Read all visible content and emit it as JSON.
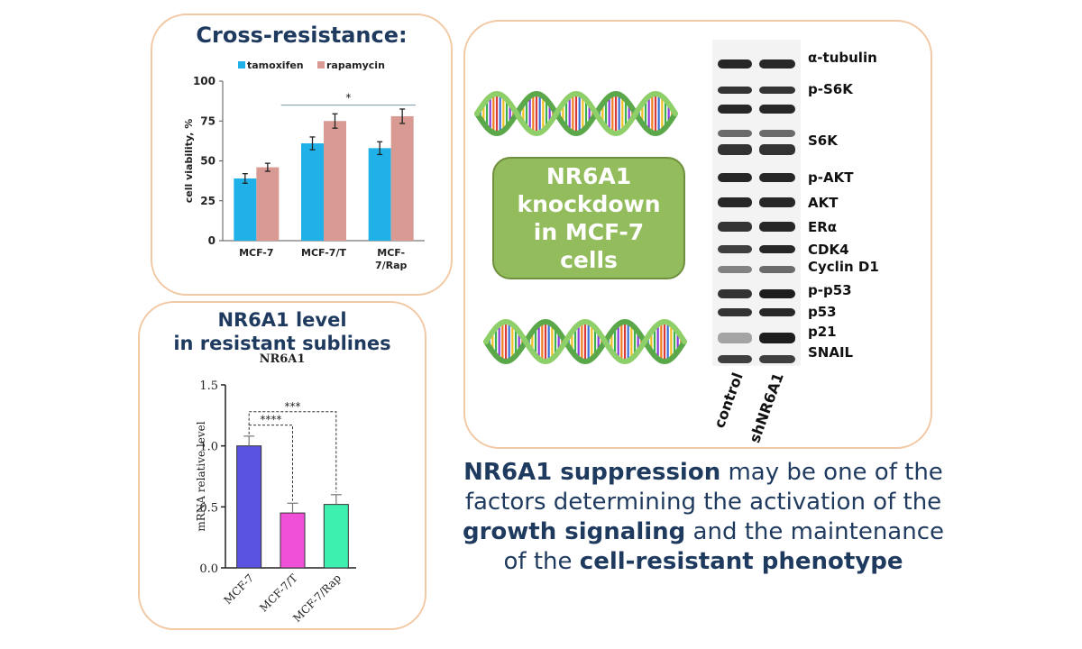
{
  "cross_panel": {
    "title": "Cross-resistance:"
  },
  "nr6a1_panel": {
    "title_line1": "NR6A1 level",
    "title_line2": "in resistant sublines",
    "subtitle": "NR6A1"
  },
  "knockdown_box": {
    "text": "NR6A1 knockdown in MCF-7 cells"
  },
  "western_blot": {
    "bands": [
      "α-tubulin",
      "p-S6K",
      "S6K",
      "p-AKT",
      "AKT",
      "ERα",
      "CDK4",
      "Cyclin D1",
      "p-p53",
      "p53",
      "p21",
      "SNAIL"
    ],
    "lanes": [
      "control",
      "shNR6A1"
    ]
  },
  "conclusion": {
    "part1_bold": "NR6A1 suppression",
    "part2": " may be one of the factors determining the activation of the ",
    "part3_bold": "growth signaling",
    "part4": " and the maintenance of the ",
    "part5_bold": "cell-resistant phenotype"
  },
  "colors": {
    "panel_border": "#f2c9a5",
    "title_blue": "#1f3a5f",
    "tamoxifen": "#1fb1e8",
    "rapamycin": "#d99a93",
    "knockdown_green": "#93bc5d",
    "nr6a1_mcf7": "#5a52e0",
    "nr6a1_mcf7t": "#f050d8",
    "nr6a1_mcf7rap": "#3ef0b0"
  },
  "chart_data": [
    {
      "type": "bar",
      "categories": [
        "MCF-7",
        "MCF-7/T",
        "MCF-7/Rap"
      ],
      "category_labels": [
        [
          "MCF-7"
        ],
        [
          "MCF-7/T"
        ],
        [
          "MCF-",
          "7/Rap"
        ]
      ],
      "series": [
        {
          "name": "tamoxifen",
          "values": [
            39,
            61,
            58
          ],
          "errors": [
            3,
            4,
            4
          ]
        },
        {
          "name": "rapamycin",
          "values": [
            46,
            75,
            78
          ],
          "errors": [
            2.5,
            4.5,
            4.5
          ]
        }
      ],
      "ylabel": "cell viability, %",
      "ylim": [
        0,
        100
      ],
      "yticks": [
        0,
        25,
        50,
        75,
        100
      ],
      "legend": "top",
      "annotation": "*"
    },
    {
      "type": "bar",
      "categories": [
        "MCF-7",
        "MCF-7/T",
        "MCF-7/Rap"
      ],
      "values": [
        1.0,
        0.45,
        0.52
      ],
      "errors": [
        0.08,
        0.08,
        0.08
      ],
      "ylabel": "mRNA relative level",
      "ylim": [
        0,
        1.5
      ],
      "yticks": [
        "0.0",
        "0.5",
        "1.0",
        "1.5"
      ],
      "annotations": [
        "****",
        "***"
      ]
    }
  ]
}
